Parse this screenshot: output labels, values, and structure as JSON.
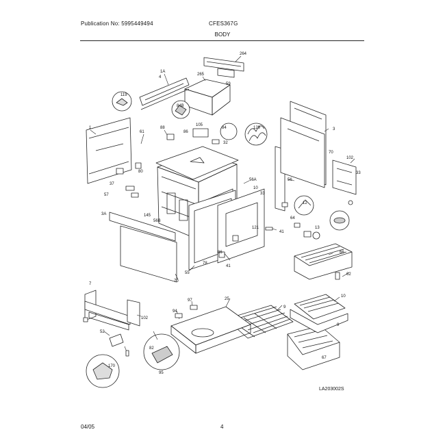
{
  "header": {
    "publication": "Publication No: 5995449494",
    "model": "CFES367G",
    "section": "BODY"
  },
  "footer": {
    "date": "04/05",
    "page": "4",
    "drawing_code": "LA203002S"
  },
  "callouts": {
    "c264": "264",
    "c265": "265",
    "c59": "59",
    "c1a": "1A",
    "c4": "4",
    "c119": "119",
    "c84b": "84B",
    "c105": "105",
    "c86": "86",
    "c84": "84",
    "c129": "129",
    "c1": "1",
    "c61": "61",
    "c88": "88",
    "c32": "32",
    "c3": "3",
    "c70": "70",
    "c102a": "102",
    "c33": "33",
    "c80": "80",
    "c56a": "56A",
    "c56": "56",
    "c37": "37",
    "c57": "57",
    "c10a": "10",
    "c33b": "33",
    "c12": "12",
    "c3a": "3A",
    "c145": "145",
    "c56b": "56B",
    "c64": "64",
    "c13": "13",
    "c121": "121",
    "c41a": "41",
    "c86b": "86",
    "c66": "66",
    "c41b": "41",
    "c78": "78",
    "c55": "55",
    "c62": "62",
    "c70b": "70",
    "c102b": "102",
    "c25": "25",
    "c97": "97",
    "c9a": "9",
    "c10b": "10",
    "c9b": "9",
    "c7": "7",
    "c52": "52",
    "c82": "82",
    "c95": "95",
    "c170": "170",
    "c67": "67",
    "c94": "94"
  }
}
